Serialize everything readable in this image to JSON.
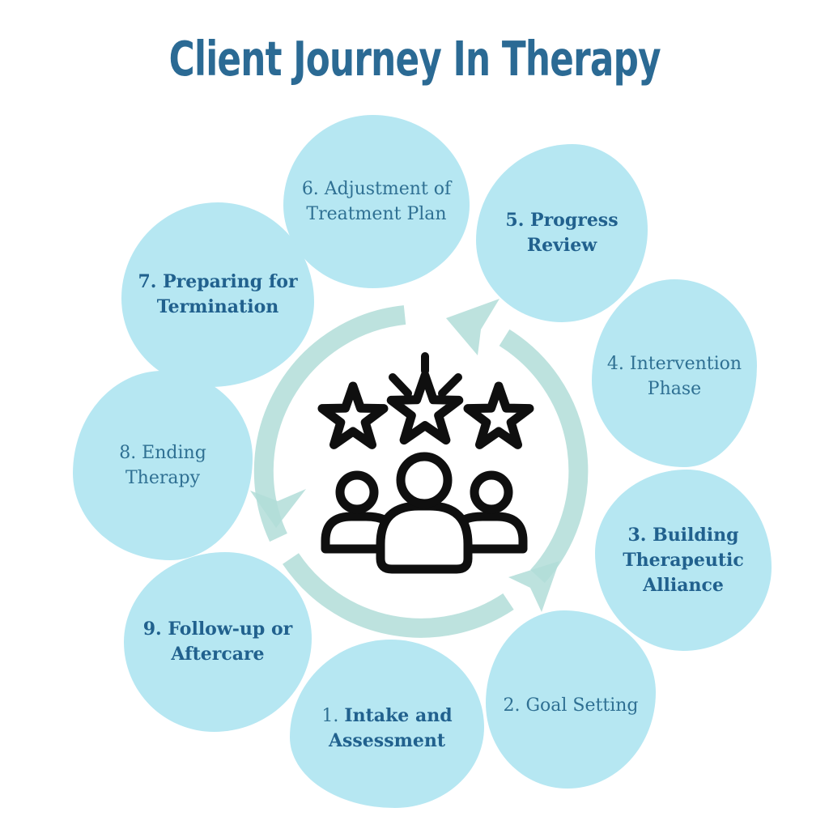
{
  "title": "Client Journey In Therapy",
  "colors": {
    "bubble": "#b6e7f2",
    "arrow": "#b2ddd8",
    "title": "#2b6a94",
    "text_regular": "#2f7093",
    "text_bold": "#21618e",
    "icon": "#0f0f0f"
  },
  "icons": {
    "center": "people-with-three-stars",
    "ring": "counterclockwise-cycle-arrows"
  },
  "steps": [
    {
      "id": 1,
      "lines": [
        "1. Intake and",
        "Assessment"
      ],
      "bold": true,
      "num_regular": true
    },
    {
      "id": 2,
      "lines": [
        "2. Goal Setting"
      ],
      "bold": false
    },
    {
      "id": 3,
      "lines": [
        "3. Building",
        "Therapeutic",
        "Alliance"
      ],
      "bold": true
    },
    {
      "id": 4,
      "lines": [
        "4. Intervention",
        "Phase"
      ],
      "bold": false
    },
    {
      "id": 5,
      "lines": [
        "5. Progress",
        "Review"
      ],
      "bold": true
    },
    {
      "id": 6,
      "lines": [
        "6. Adjustment of",
        "Treatment Plan"
      ],
      "bold": false
    },
    {
      "id": 7,
      "lines": [
        "7. Preparing for",
        "Termination"
      ],
      "bold": true
    },
    {
      "id": 8,
      "lines": [
        "8. Ending",
        "Therapy"
      ],
      "bold": false
    },
    {
      "id": 9,
      "lines": [
        "9. Follow-up or",
        "Aftercare"
      ],
      "bold": true
    }
  ]
}
